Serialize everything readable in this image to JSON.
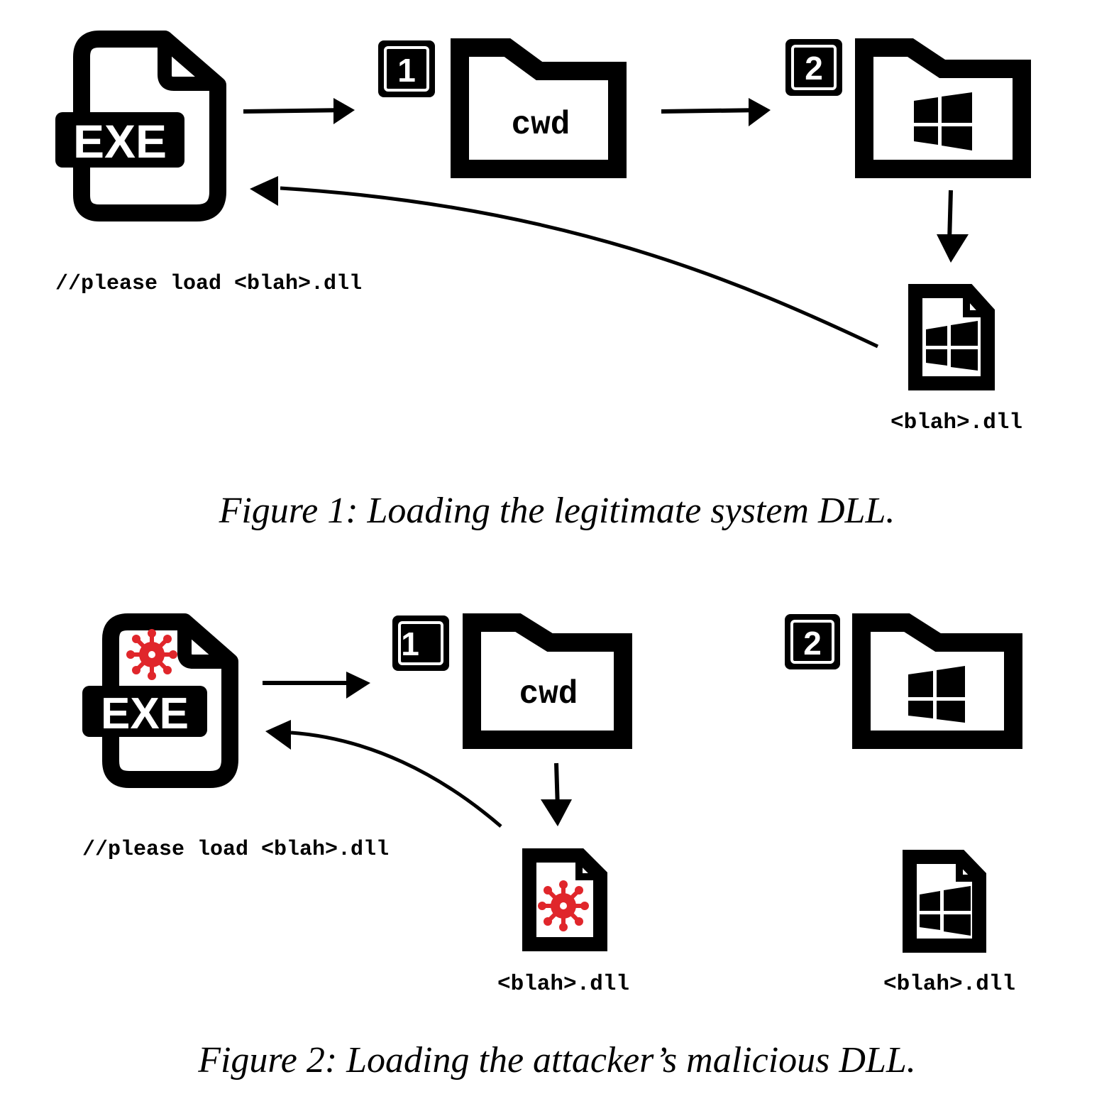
{
  "colors": {
    "ink": "#000000",
    "malware": "#e0262b",
    "background": "#ffffff"
  },
  "figure1": {
    "caption": "Figure 1: Loading the legitimate system DLL.",
    "exe_label": "EXE",
    "comment": "//please load <blah>.dll",
    "step1_badge": "1",
    "step2_badge": "2",
    "cwd_folder_label": "cwd",
    "dll_label": "<blah>.dll",
    "icons": [
      "exe-file-icon",
      "folder-icon",
      "windows-folder-icon",
      "windows-dll-icon"
    ]
  },
  "figure2": {
    "caption": "Figure 2: Loading the attacker’s malicious DLL.",
    "exe_label": "EXE",
    "comment": "//please load <blah>.dll",
    "step1_badge": "1",
    "step2_badge": "2",
    "cwd_folder_label": "cwd",
    "malicious_dll_label": "<blah>.dll",
    "system_dll_label": "<blah>.dll",
    "icons": [
      "infected-exe-file-icon",
      "folder-icon",
      "windows-folder-icon",
      "malicious-dll-icon",
      "windows-dll-icon"
    ]
  }
}
